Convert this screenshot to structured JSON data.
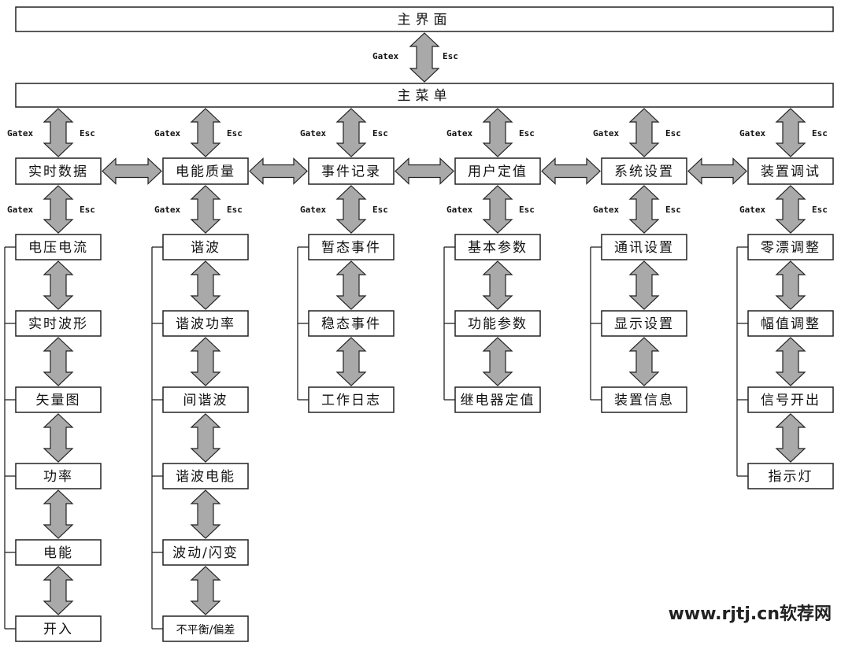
{
  "title": "主界面",
  "main_menu": "主菜单",
  "arrow_labels": {
    "left": "Gatex",
    "right": "Esc"
  },
  "categories": [
    {
      "name": "实时数据",
      "items": [
        "电压电流",
        "实时波形",
        "矢量图",
        "功率",
        "电能",
        "开入"
      ]
    },
    {
      "name": "电能质量",
      "items": [
        "谐波",
        "谐波功率",
        "间谐波",
        "谐波电能",
        "波动/闪变",
        "不平衡/偏差"
      ]
    },
    {
      "name": "事件记录",
      "items": [
        "暂态事件",
        "稳态事件",
        "工作日志"
      ]
    },
    {
      "name": "用户定值",
      "items": [
        "基本参数",
        "功能参数",
        "继电器定值"
      ]
    },
    {
      "name": "系统设置",
      "items": [
        "通讯设置",
        "显示设置",
        "装置信息"
      ]
    },
    {
      "name": "装置调试",
      "items": [
        "零漂调整",
        "幅值调整",
        "信号开出",
        "指示灯"
      ]
    }
  ],
  "watermark": "www.rjtj.cn软荐网"
}
